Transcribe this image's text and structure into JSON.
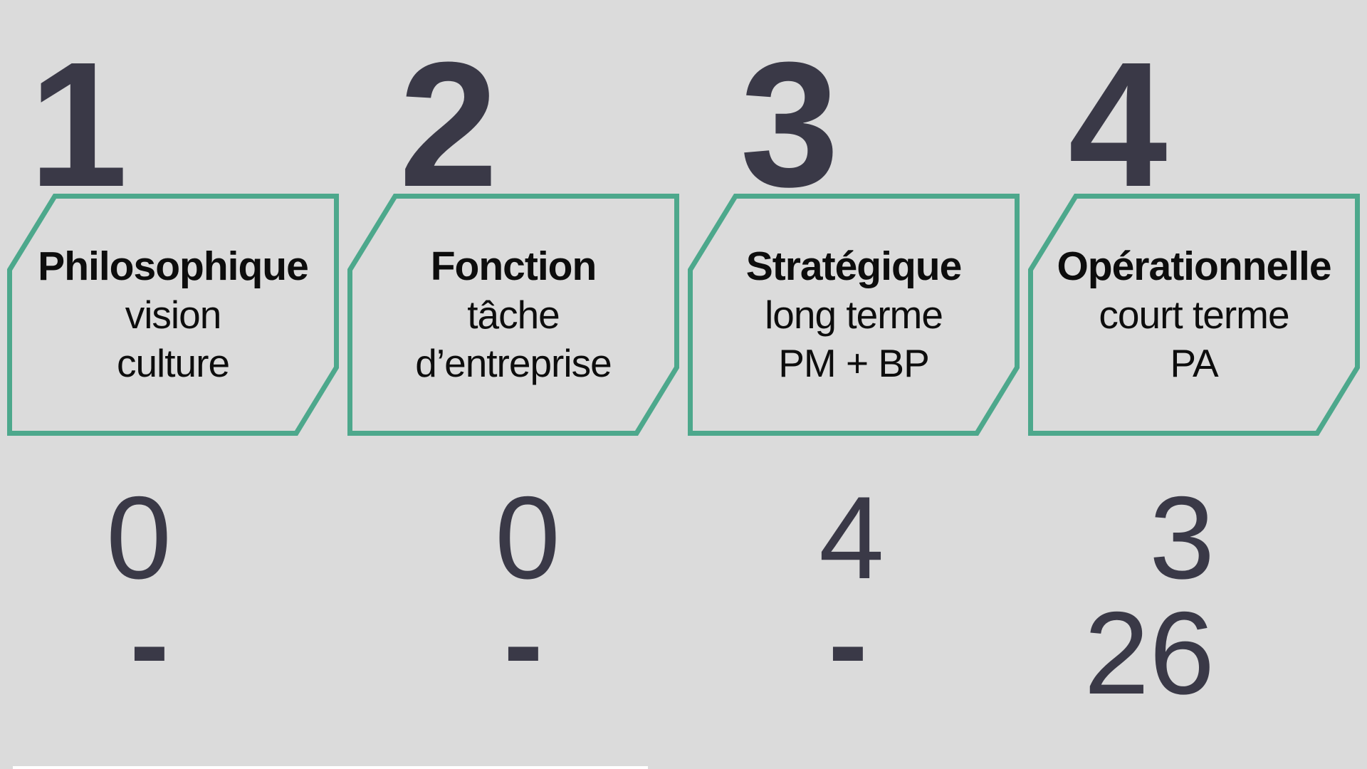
{
  "palette": {
    "background": "#DBDBDB",
    "accent_green": "#4DA88C",
    "dark_slate": "#3A3947",
    "text_black": "#0D0D0D"
  },
  "columns": [
    {
      "index": "1",
      "title": "Philosophique",
      "lines": [
        "vision",
        "culture"
      ],
      "count": "0",
      "sub": "-"
    },
    {
      "index": "2",
      "title": "Fonction",
      "lines": [
        "tâche",
        "d’entreprise"
      ],
      "count": "0",
      "sub": "-"
    },
    {
      "index": "3",
      "title": "Stratégique",
      "lines": [
        "long terme",
        "PM + BP"
      ],
      "count": "4",
      "sub": "-"
    },
    {
      "index": "4",
      "title": "Opérationnelle",
      "lines": [
        "court terme",
        "PA"
      ],
      "count": "3",
      "sub": "26"
    }
  ]
}
